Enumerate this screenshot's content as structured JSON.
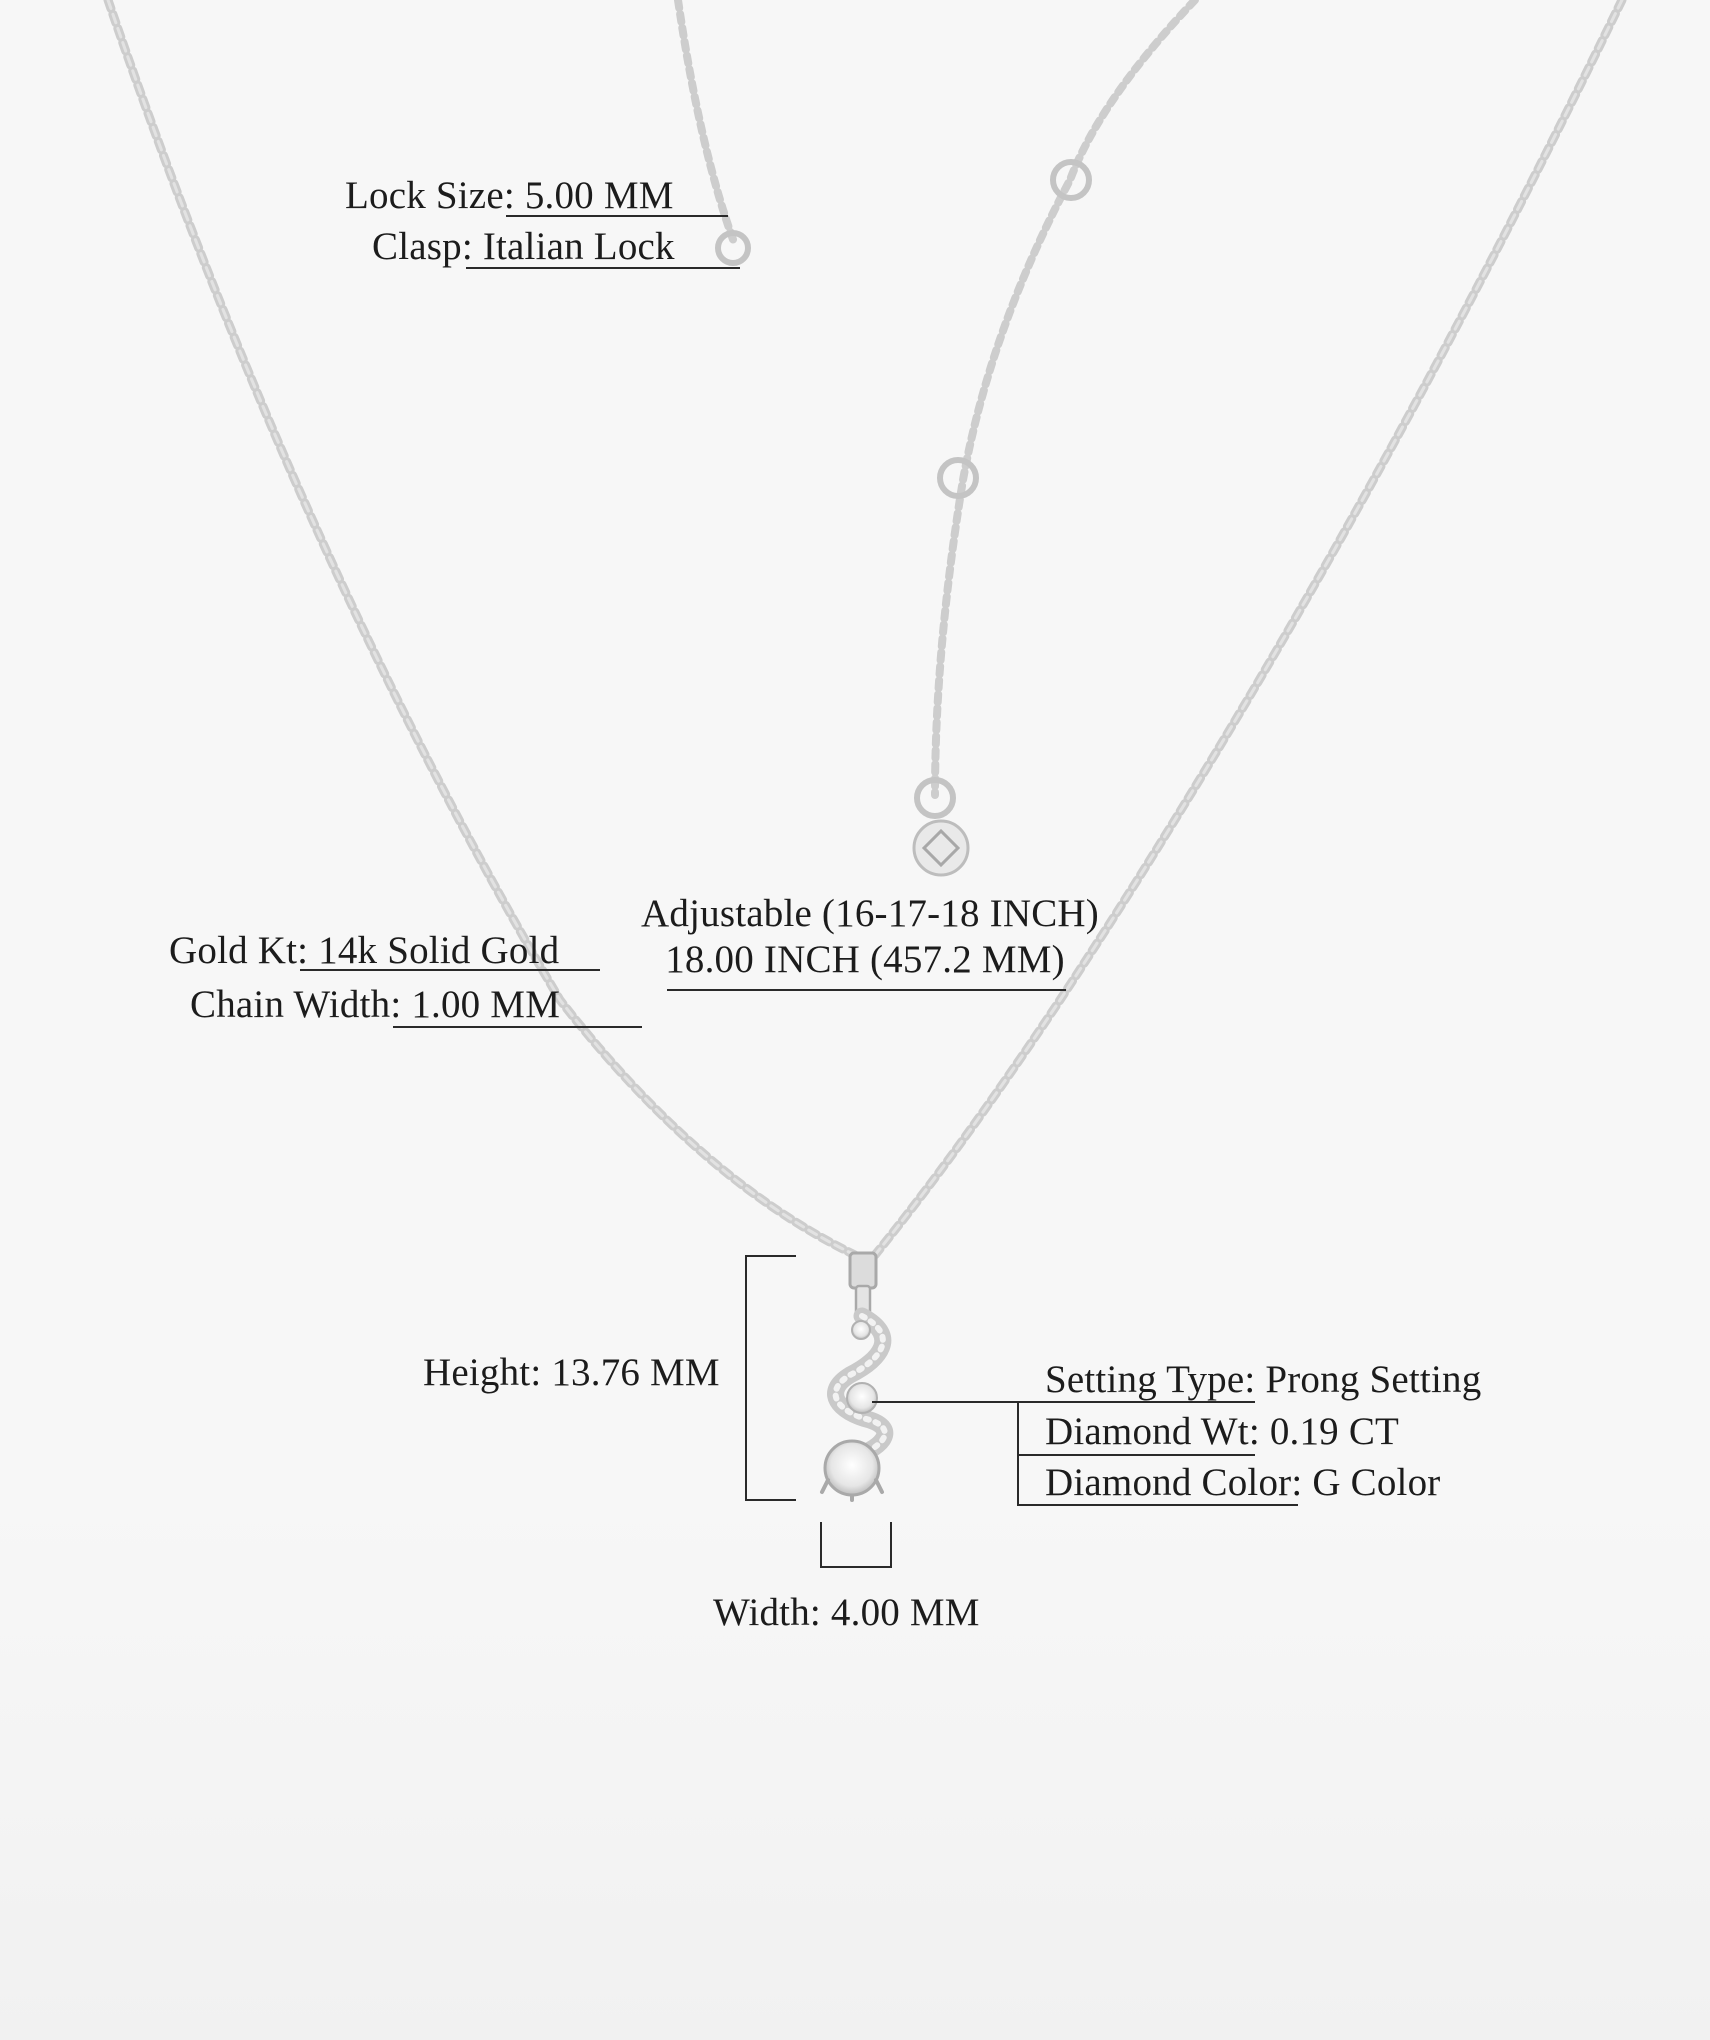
{
  "clasp_specs": {
    "lock_size_label": "Lock Size:",
    "lock_size_value": "5.00 MM",
    "clasp_label": "Clasp:",
    "clasp_value": "Italian Lock"
  },
  "chain_length": {
    "adjustable": "Adjustable (16-17-18 INCH)",
    "length": "18.00 INCH (457.2 MM)"
  },
  "metal_specs": {
    "gold_kt_label": "Gold Kt:",
    "gold_kt_value": "14k Solid Gold",
    "chain_width_label": "Chain Width:",
    "chain_width_value": "1.00 MM"
  },
  "pendant_dimensions": {
    "height_label": "Height:",
    "height_value": "13.76 MM",
    "width_label": "Width:",
    "width_value": "4.00 MM"
  },
  "stone_specs": {
    "setting_type_label": "Setting Type:",
    "setting_type_value": "Prong Setting",
    "diamond_wt_label": "Diamond Wt:",
    "diamond_wt_value": "0.19 CT",
    "diamond_color_label": "Diamond Color:",
    "diamond_color_value": "G Color"
  },
  "colors": {
    "background": "#f7f7f7",
    "metal": "#c9c9c9",
    "text": "#1c1c1c"
  }
}
